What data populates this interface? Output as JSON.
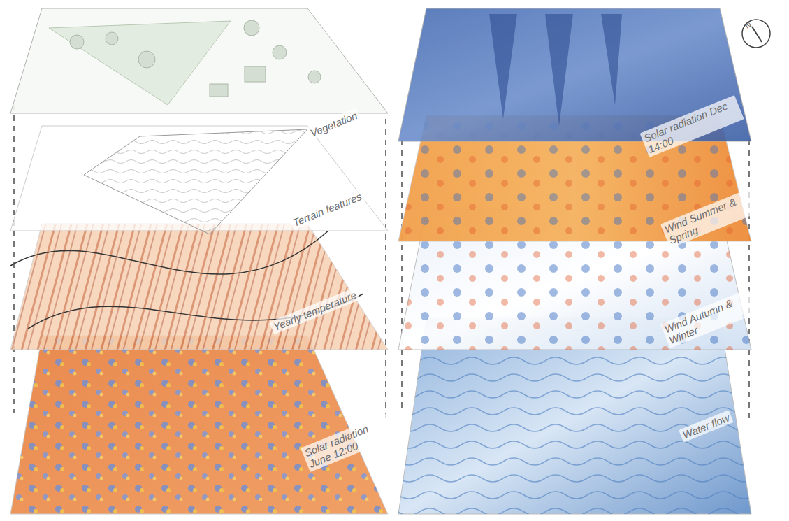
{
  "diagram": {
    "labels": [
      "Vegetation",
      "Terrain features",
      "Yearly temperature",
      "Solar radiation June 12:00",
      "N",
      "Solar radiation Dec 14:00",
      "Wind Summer & Spring",
      "Wind Autumn & Winter",
      "Water flow"
    ]
  }
}
